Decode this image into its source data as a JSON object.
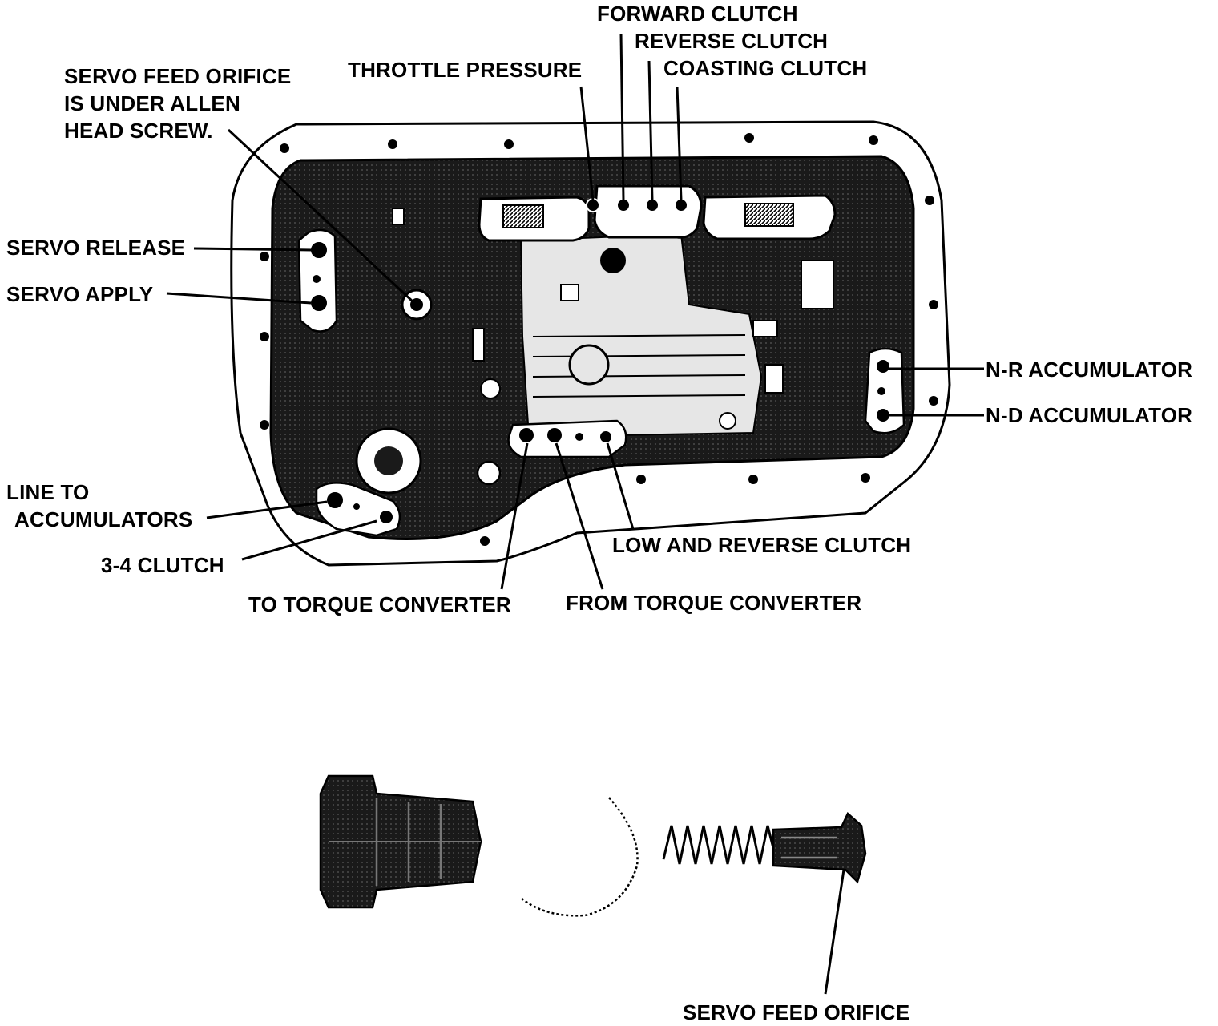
{
  "colors": {
    "ink": "#000000",
    "paper": "#ffffff",
    "casting": "#1a1a1a",
    "highlight": "#e6e6e6"
  },
  "labels": {
    "servo_feed_orifice_note": [
      "SERVO FEED ORIFICE",
      "IS UNDER ALLEN",
      "HEAD SCREW."
    ],
    "throttle_pressure": "THROTTLE PRESSURE",
    "forward_clutch": "FORWARD CLUTCH",
    "reverse_clutch": "REVERSE CLUTCH",
    "coasting_clutch": "COASTING CLUTCH",
    "servo_release": "SERVO RELEASE",
    "servo_apply": "SERVO APPLY",
    "nr_accumulator": "N-R  ACCUMULATOR",
    "nd_accumulator": "N-D  ACCUMULATOR",
    "line_to_accumulators": [
      "LINE TO",
      "ACCUMULATORS"
    ],
    "clutch_3_4": "3-4 CLUTCH",
    "low_and_reverse_clutch": "LOW AND REVERSE CLUTCH",
    "to_torque_converter": "TO TORQUE CONVERTER",
    "from_torque_converter": "FROM TORQUE CONVERTER",
    "servo_feed_orifice": "SERVO FEED ORIFICE"
  }
}
